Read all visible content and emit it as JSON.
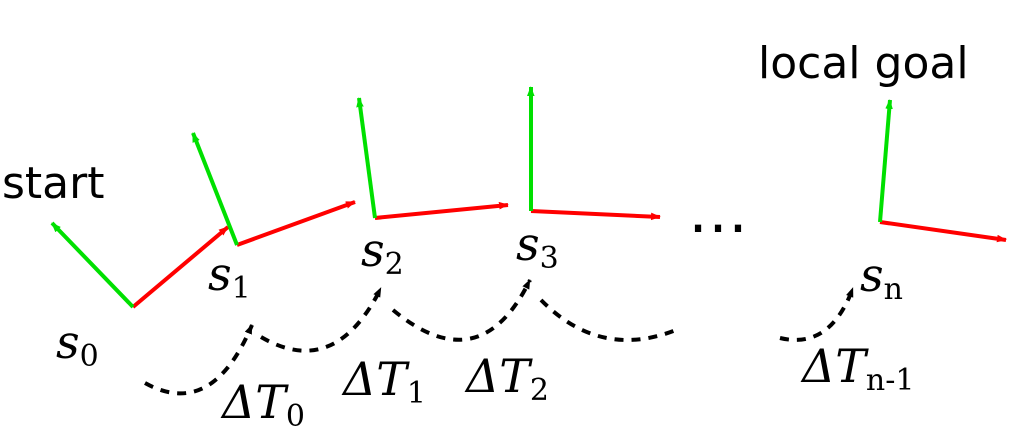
{
  "colors": {
    "x_axis": "#ff0000",
    "y_axis": "#00e000",
    "transition": "#000000",
    "text": "#000000"
  },
  "labels": {
    "start": "start",
    "local_goal": "local goal",
    "ellipsis": "…"
  },
  "states": [
    {
      "sym": "s",
      "sub": "0"
    },
    {
      "sym": "s",
      "sub": "1"
    },
    {
      "sym": "s",
      "sub": "2"
    },
    {
      "sym": "s",
      "sub": "3"
    },
    {
      "sym": "s",
      "sub": "n"
    }
  ],
  "transitions": [
    {
      "sym": "ΔT",
      "sub": "0"
    },
    {
      "sym": "ΔT",
      "sub": "1"
    },
    {
      "sym": "ΔT",
      "sub": "2"
    },
    {
      "sym": "ΔT",
      "sub": "n-1"
    }
  ]
}
